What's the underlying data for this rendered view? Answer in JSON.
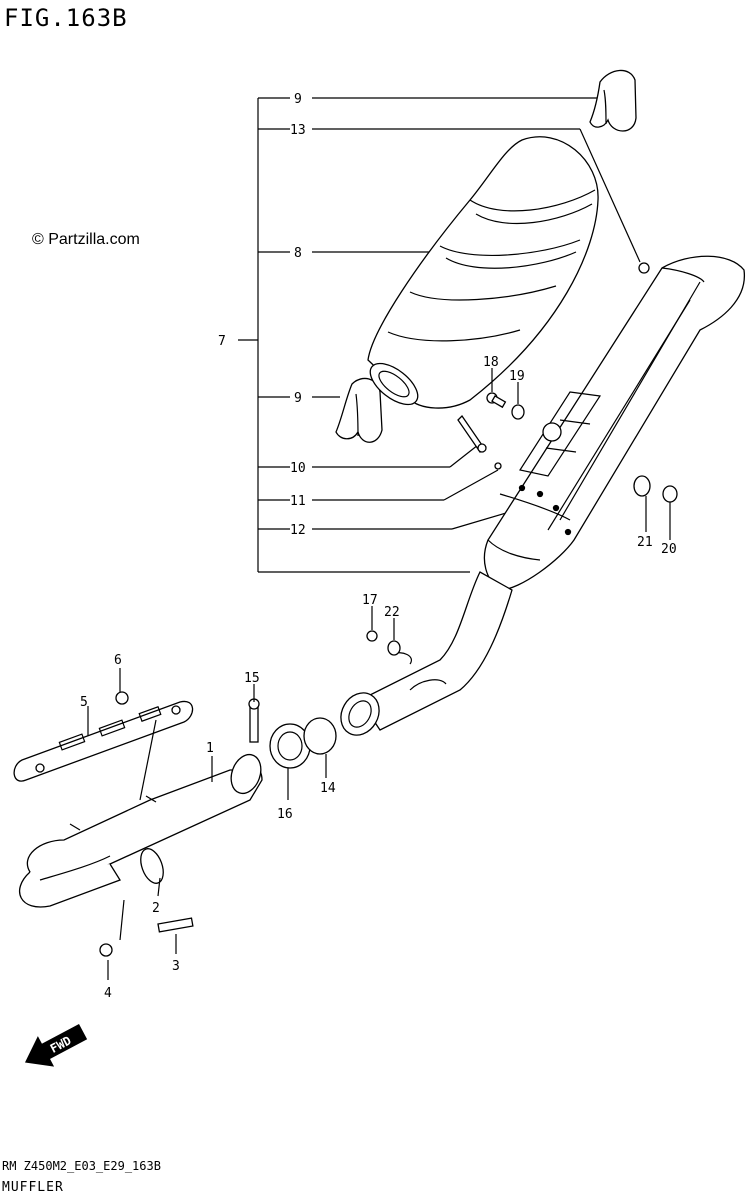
{
  "figure_title": "FIG.163B",
  "copyright": "© Partzilla.com",
  "footer_code": "RM Z450M2_E03_E29_163B",
  "footer_name": "MUFFLER",
  "fwd_label": "FWD",
  "callouts": {
    "c1": "1",
    "c2": "2",
    "c3": "3",
    "c4": "4",
    "c5": "5",
    "c6": "6",
    "c7": "7",
    "c8": "8",
    "c9a": "9",
    "c9b": "9",
    "c10": "10",
    "c11": "11",
    "c12": "12",
    "c13": "13",
    "c14": "14",
    "c15": "15",
    "c16": "16",
    "c17": "17",
    "c18": "18",
    "c19": "19",
    "c20": "20",
    "c21": "21",
    "c22": "22"
  }
}
